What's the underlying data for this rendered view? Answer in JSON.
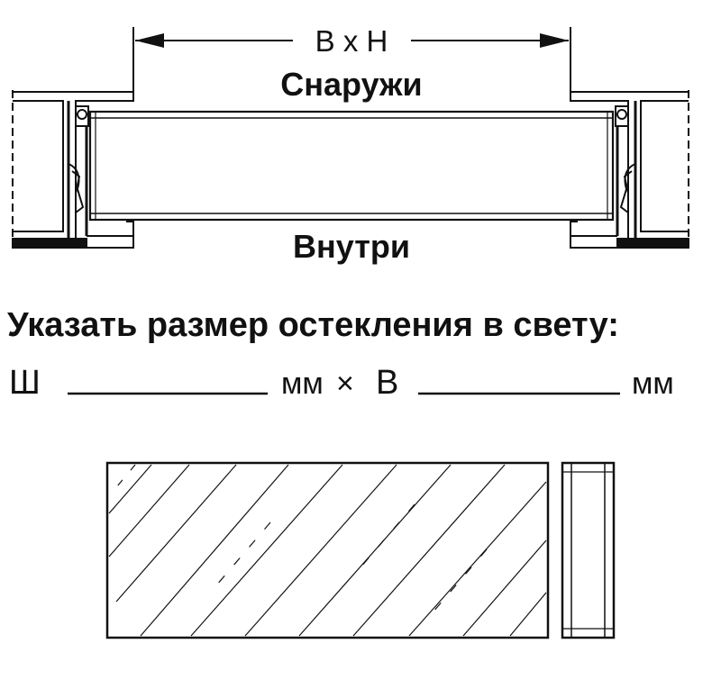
{
  "dimension": {
    "label": "B x H"
  },
  "labels": {
    "outside": "Снаружи",
    "inside": "Внутри"
  },
  "instruction": "Указать размер остекления в свету:",
  "form": {
    "width_letter": "Ш",
    "unit_1": "мм",
    "times": "×",
    "height_letter": "В",
    "unit_2": "мм"
  },
  "colors": {
    "ink": "#111111",
    "background": "#ffffff"
  }
}
